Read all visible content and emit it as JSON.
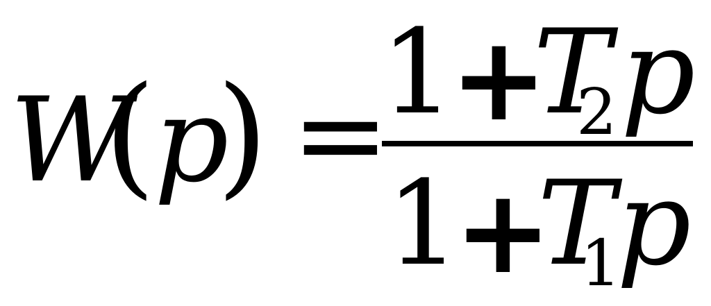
{
  "formula": {
    "lhs": {
      "function": "W",
      "open_paren": "(",
      "variable": "p",
      "close_paren": ")"
    },
    "equals": "=",
    "numerator": {
      "constant": "1",
      "operator": "+",
      "coefficient": "T",
      "subscript": "2",
      "variable": "p"
    },
    "denominator": {
      "constant": "1",
      "operator": "+",
      "coefficient": "T",
      "subscript": "1",
      "variable": "p"
    }
  }
}
